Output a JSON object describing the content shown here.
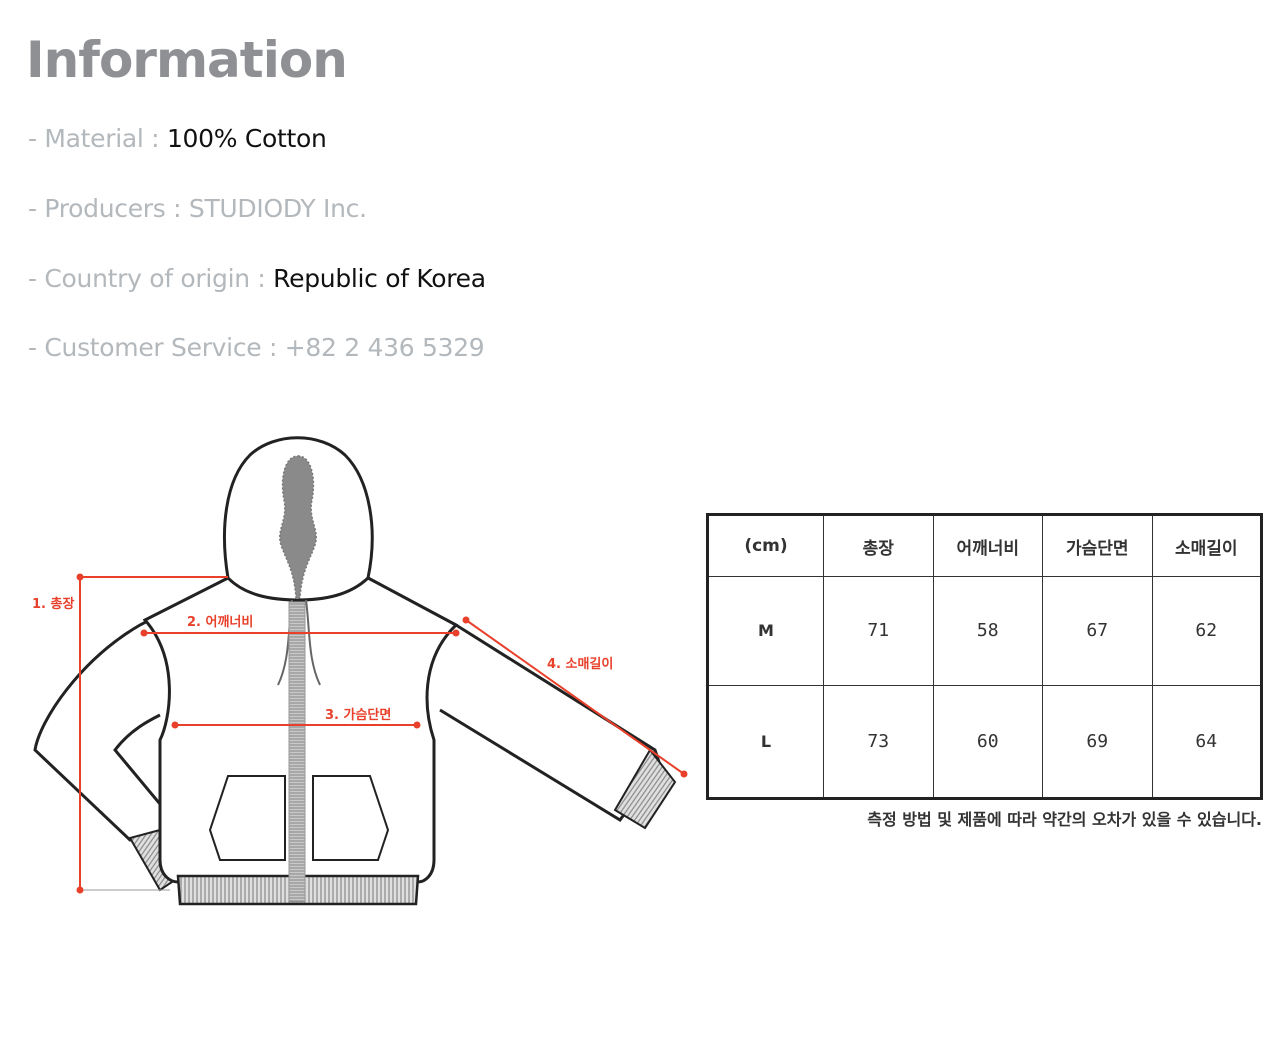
{
  "title": "Information",
  "info": [
    {
      "label": "- Material : ",
      "value": "100% Cotton",
      "value_style": "dark"
    },
    {
      "label": "- Producers : ",
      "value": "STUDIODY Inc.",
      "value_style": "light"
    },
    {
      "label": "- Country of origin : ",
      "value": "Republic of Korea",
      "value_style": "dark"
    },
    {
      "label": "- Customer Service : ",
      "value": "+82 2 436 5329",
      "value_style": "light"
    }
  ],
  "diagram": {
    "labels": {
      "total_length": "1. 총장",
      "shoulder_width": "2. 어깨너비",
      "chest_width": "3. 가슴단면",
      "sleeve_length": "4. 소매길이"
    },
    "colors": {
      "measure": "#e8402a",
      "outline": "#222222",
      "ribbing": "#9a9a9a",
      "hood_lining": "#8a8a8a"
    }
  },
  "size_table": {
    "unit_header": "(cm)",
    "columns": [
      "총장",
      "어깨너비",
      "가슴단면",
      "소매길이"
    ],
    "rows": [
      {
        "size": "M",
        "values": [
          "71",
          "58",
          "67",
          "62"
        ]
      },
      {
        "size": "L",
        "values": [
          "73",
          "60",
          "69",
          "64"
        ]
      }
    ]
  },
  "note": "측정 방법 및 제품에 따라 약간의 오차가 있을 수 있습니다."
}
